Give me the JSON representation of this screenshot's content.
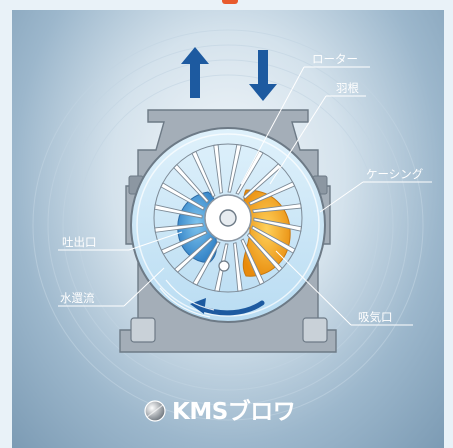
{
  "labels": {
    "rotor": "ローター",
    "blade": "羽根",
    "casing": "ケーシング",
    "discharge": "吐出口",
    "water_flow": "水還流",
    "suction": "吸気口"
  },
  "caption": "KMSブロワ",
  "colors": {
    "arrow_blue": "#1d5aa0",
    "casing_gray": "#a4aeb8",
    "water_blue": "#c9e6f7",
    "suction_orange": "#f1a21b",
    "discharge_blue": "#3b8fd0",
    "accent_red": "#e85b2e"
  }
}
